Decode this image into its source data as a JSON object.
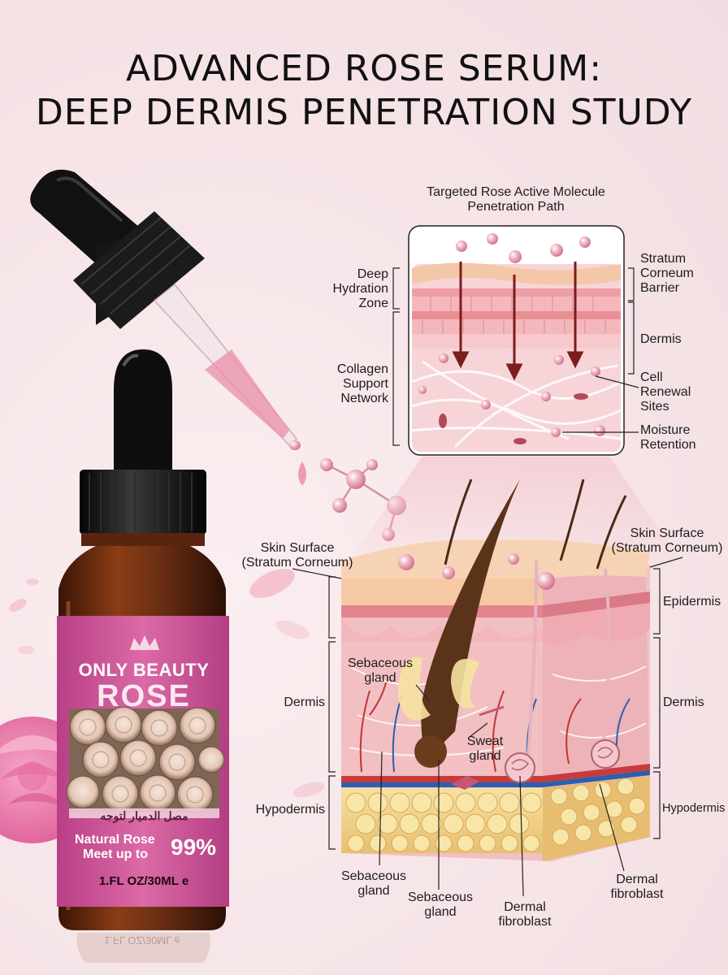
{
  "title": {
    "line1": "ADVANCED ROSE SERUM:",
    "line2": "DEEP DERMIS PENETRATION STUDY"
  },
  "inset": {
    "heading_line1": "Targeted Rose Active Molecule",
    "heading_line2": "Penetration Path",
    "left_labels": {
      "deep_hydration": [
        "Deep",
        "Hydration",
        "Zone"
      ],
      "collagen_support": [
        "Collagen",
        "Support",
        "Network"
      ]
    },
    "right_labels": {
      "stratum_corneum_barrier": [
        "Stratum",
        "Corneum",
        "Barrier"
      ],
      "dermis": "Dermis",
      "cell_renewal": [
        "Cell",
        "Renewal",
        "Sites"
      ],
      "moisture_retention": [
        "Moisture",
        "Retention"
      ]
    }
  },
  "skin_diagram": {
    "skin_surface_left": [
      "Skin Surface",
      "(Stratum Corneum)"
    ],
    "skin_surface_right": [
      "Skin Surface",
      "(Stratum Corneum)"
    ],
    "epidermis": "Epidermis",
    "dermis_left": "Dermis",
    "dermis_right": "Dermis",
    "hypodermis_left": "Hypodermis",
    "hypodermis_right": "Hypodermis",
    "sebaceous_gland_inner": [
      "Sebaceous",
      "gland"
    ],
    "sweat_gland": [
      "Sweat",
      "gland"
    ],
    "sebaceous_gland_bottom_1": [
      "Sebaceous",
      "gland"
    ],
    "sebaceous_gland_bottom_2": [
      "Sebaceous",
      "gland"
    ],
    "dermal_fibroblast_bottom": [
      "Dermal",
      "fibroblast"
    ],
    "dermal_fibroblast_right": [
      "Dermal",
      "fibroblast"
    ]
  },
  "product": {
    "crown_icon": "crown-icon",
    "brand": "ONLY BEAUTY",
    "name": "ROSE",
    "arabic_text": "مصل الدميار لتوجه",
    "claim_line1": "Natural Rose",
    "claim_line2": "Meet up to",
    "claim_percent": "99%",
    "volume": "1.FL OZ/30ML",
    "volume_mark": "e",
    "reflection_text": "1.FL OZ/30ML e"
  },
  "colors": {
    "label_pink": "#d0589a",
    "bottle_amber": "#6b2f14",
    "cap_black": "#121212",
    "skin_pink": "#f2bfc2",
    "background": "#f6e4e7"
  }
}
